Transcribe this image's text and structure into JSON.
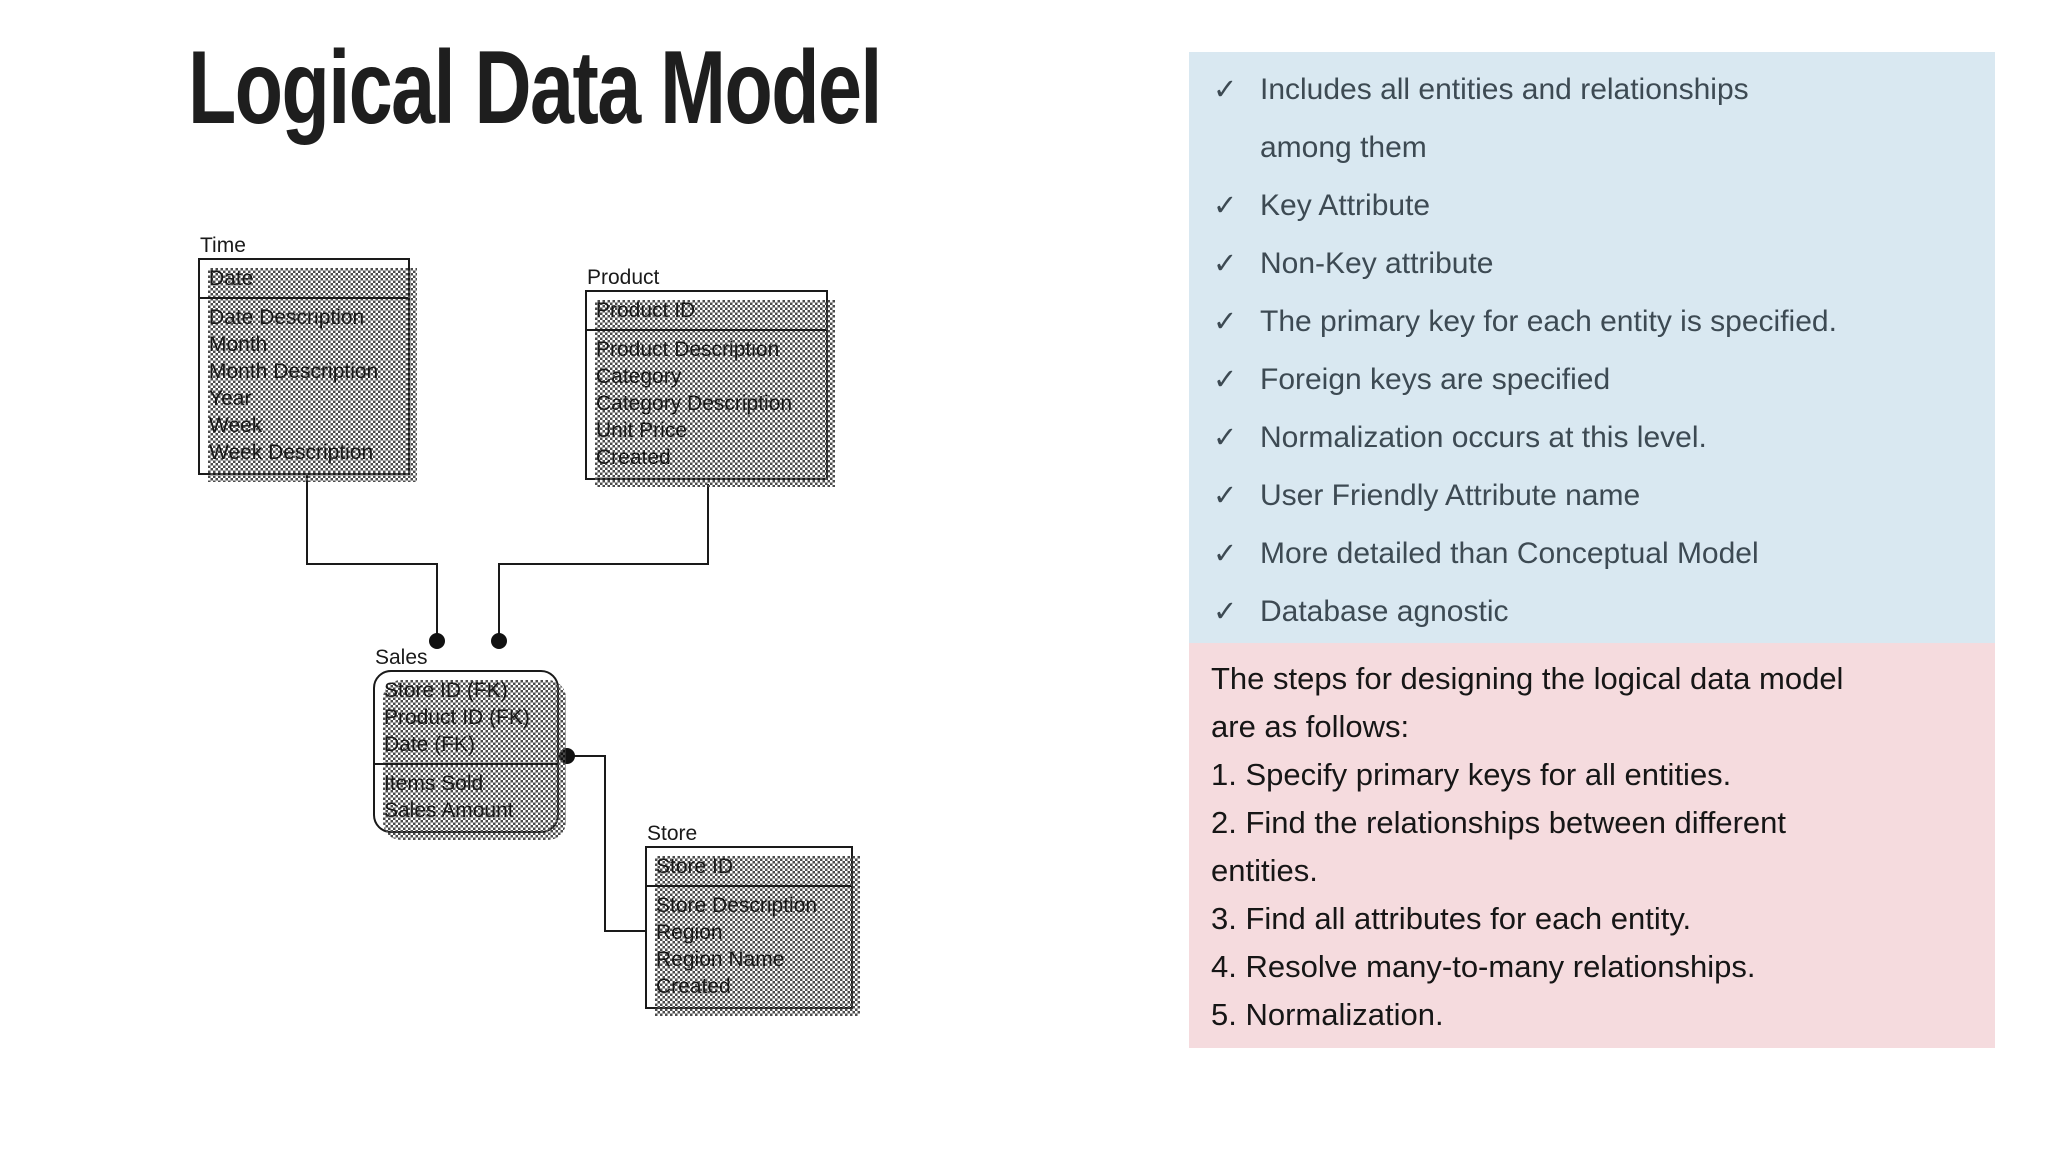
{
  "title": "Logical Data Model",
  "diagram": {
    "entities": {
      "time": {
        "label": "Time",
        "keys": [
          "Date"
        ],
        "attributes": [
          "Date Description",
          "Month",
          "Month Description",
          "Year",
          "Week",
          "Week Description"
        ]
      },
      "product": {
        "label": "Product",
        "keys": [
          "Product ID"
        ],
        "attributes": [
          "Product Description",
          "Category",
          "Category Description",
          "Unit Price",
          "Created"
        ]
      },
      "sales": {
        "label": "Sales",
        "keys": [
          "Store ID (FK)",
          "Product ID (FK)",
          "Date (FK)"
        ],
        "attributes": [
          "Items Sold",
          "Sales Amount"
        ]
      },
      "store": {
        "label": "Store",
        "keys": [
          "Store ID"
        ],
        "attributes": [
          "Store Description",
          "Region",
          "Region Name",
          "Created"
        ]
      }
    }
  },
  "checklist": {
    "bg_color": "#d9e8f1",
    "text_color": "#3d4a53",
    "lines": [
      {
        "mark": "✓",
        "text": "Includes all entities and relationships"
      },
      {
        "mark": "",
        "text": "among them"
      },
      {
        "mark": "✓",
        "text": "Key Attribute"
      },
      {
        "mark": "✓",
        "text": "Non-Key attribute"
      },
      {
        "mark": "✓",
        "text": "The primary key for each entity is specified."
      },
      {
        "mark": "✓",
        "text": "Foreign keys are specified"
      },
      {
        "mark": "✓",
        "text": "Normalization occurs at this level."
      },
      {
        "mark": "✓",
        "text": "User Friendly Attribute name"
      },
      {
        "mark": "✓",
        "text": "More detailed than Conceptual Model"
      },
      {
        "mark": "✓",
        "text": "Database agnostic"
      }
    ]
  },
  "steps": {
    "bg_color": "#f5dbde",
    "text_color": "#161616",
    "lines": [
      "The steps for designing the logical data model",
      "are as follows:",
      "1. Specify primary keys for all entities.",
      "2. Find the relationships between different",
      "entities.",
      "3. Find all attributes for each entity.",
      "4. Resolve many-to-many relationships.",
      "5. Normalization."
    ]
  }
}
